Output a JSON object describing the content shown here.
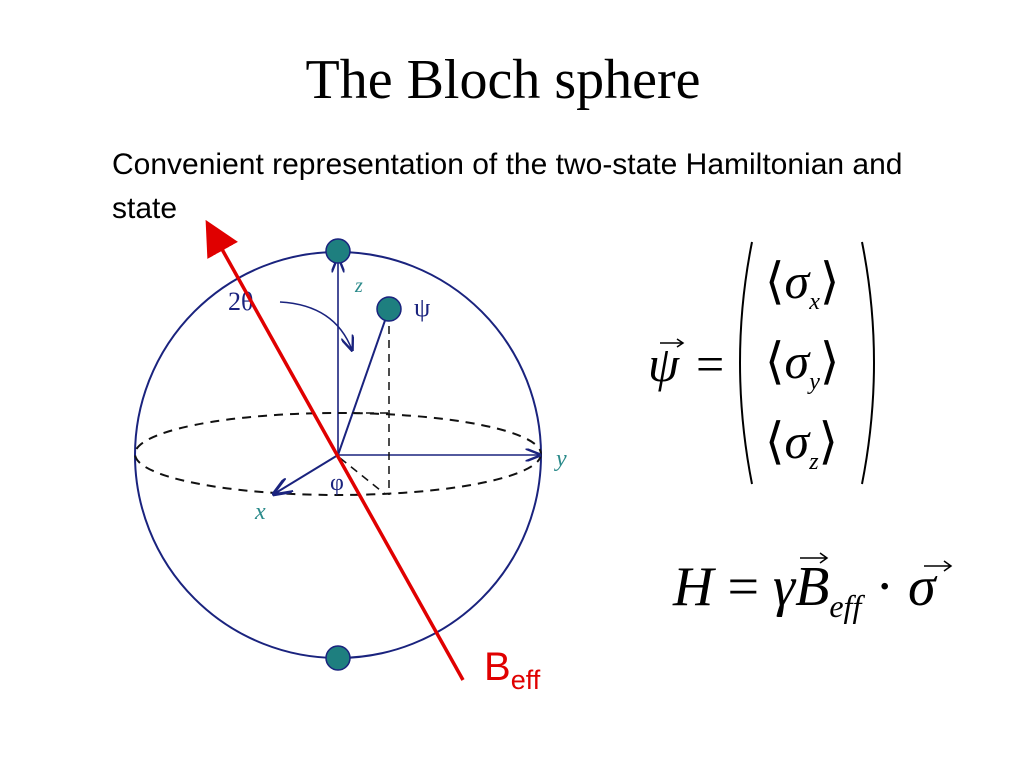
{
  "title": "The Bloch sphere",
  "subtitle": "Convenient representation of the two-state Hamiltonian and state",
  "diagram": {
    "label_2theta": "2θ",
    "label_z": "z",
    "label_psi": "ψ",
    "label_x": "x",
    "label_y": "y",
    "label_phi": "φ",
    "beff_main": "B",
    "beff_sub": "eff",
    "colors": {
      "sphere": "#1a237e",
      "dot": "#1e7f7f",
      "field": "#e00000",
      "axis_label": "#2a8a8a"
    }
  },
  "equations": {
    "psi_lhs": "ψ",
    "equals": "=",
    "matrix": [
      {
        "sym": "σ",
        "sub": "x"
      },
      {
        "sym": "σ",
        "sub": "y"
      },
      {
        "sym": "σ",
        "sub": "z"
      }
    ],
    "hamiltonian": {
      "H": "H",
      "eq": "=",
      "gamma": "γ",
      "B": "B",
      "sub": "eff",
      "dot": "·",
      "sigma": "σ"
    }
  }
}
